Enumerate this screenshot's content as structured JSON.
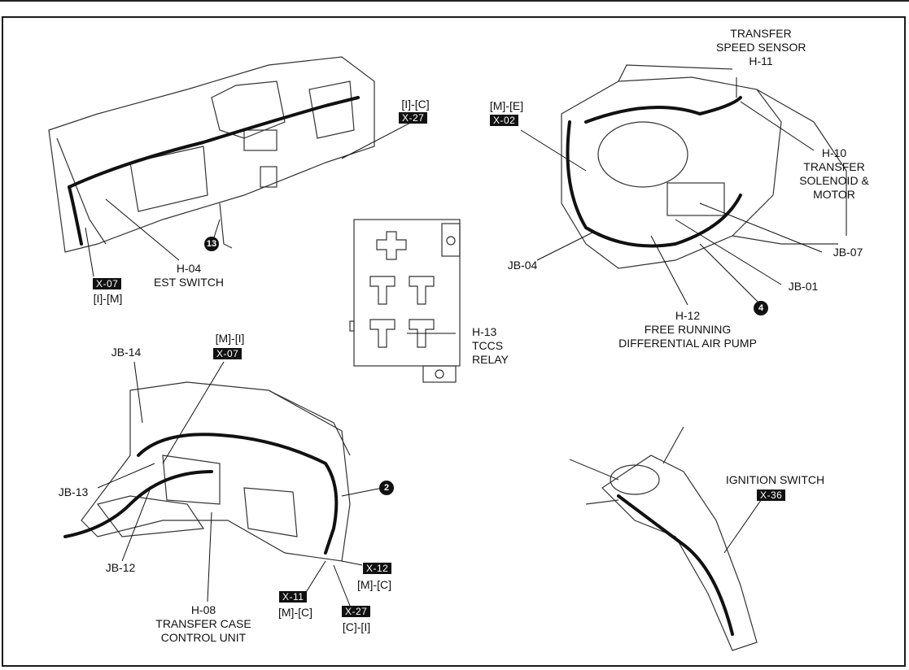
{
  "labels": {
    "transfer_speed_sensor": [
      "TRANSFER",
      "SPEED SENSOR",
      "H-11"
    ],
    "transfer_solenoid": [
      "H-10",
      "TRANSFER",
      "SOLENOID &",
      "MOTOR"
    ],
    "ie_conn": "[I]-[C]",
    "x27_top": "X-27",
    "me_conn": "[M]-[E]",
    "x02": "X-02",
    "jb07": "JB-07",
    "jb04": "JB-04",
    "jb01": "JB-01",
    "h12": [
      "H-12",
      "FREE RUNNING",
      "DIFFERENTIAL AIR PUMP"
    ],
    "h04": [
      "H-04",
      "EST SWITCH"
    ],
    "x07_left": "X-07",
    "im_conn": "[I]-[M]",
    "h13": [
      "H-13",
      "TCCS",
      "RELAY"
    ],
    "mi_conn": "[M]-[I]",
    "x07_mid": "X-07",
    "jb14": "JB-14",
    "jb13": "JB-13",
    "jb12": "JB-12",
    "h08": [
      "H-08",
      "TRANSFER CASE",
      "CONTROL UNIT"
    ],
    "x11": "X-11",
    "mc_conn_a": "[M]-[C]",
    "x12": "X-12",
    "mc_conn_b": "[M]-[C]",
    "x27_bottom": "X-27",
    "ci_conn": "[C]-[I]",
    "ignition_switch": "IGNITION SWITCH",
    "x36": "X-36"
  },
  "markers": {
    "m13": "13",
    "m4": "4",
    "m2": "2"
  },
  "colors": {
    "ink": "#111111",
    "paper": "#ffffff"
  }
}
